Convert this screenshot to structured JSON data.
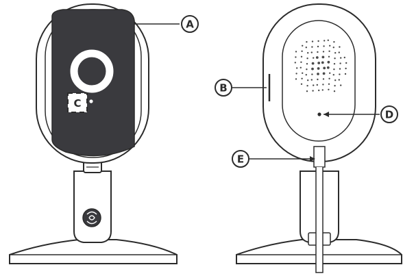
{
  "callouts": {
    "a": "A",
    "b": "B",
    "c": "C",
    "d": "D",
    "e": "E"
  },
  "colors": {
    "outline": "#2b2b2b",
    "dark_fill": "#3a3a3e",
    "light_fill": "#ffffff",
    "speaker_dot": "#4a4a4a"
  },
  "icons": {
    "logo": "ge-monogram-icon"
  }
}
